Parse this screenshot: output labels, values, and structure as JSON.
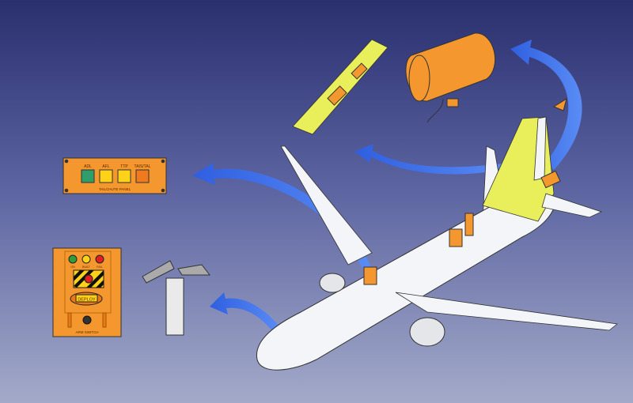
{
  "tailchute_panel": {
    "title": "TAILCHUTE PANEL",
    "buttons": [
      {
        "label": "ADL",
        "color": "#2e9e6a"
      },
      {
        "label": "AFL",
        "color": "#ffd21a"
      },
      {
        "label": "TTP",
        "color": "#ffd21a"
      },
      {
        "label": "TAIS/TAL",
        "color": "#f07a1e"
      }
    ]
  },
  "arm_panel": {
    "lights": [
      {
        "label": "ON",
        "color": "#2e9e3a"
      },
      {
        "label": "BUILT",
        "color": "#ffd21a"
      },
      {
        "label": "FAIL",
        "color": "#e02020"
      }
    ],
    "deploy_label": "DEPLOY",
    "switch_label": "ARM SWITCH"
  },
  "colors": {
    "panel": "#f4972e",
    "arrow": "#3d6fe8",
    "highlight": "#e8ef5a"
  }
}
